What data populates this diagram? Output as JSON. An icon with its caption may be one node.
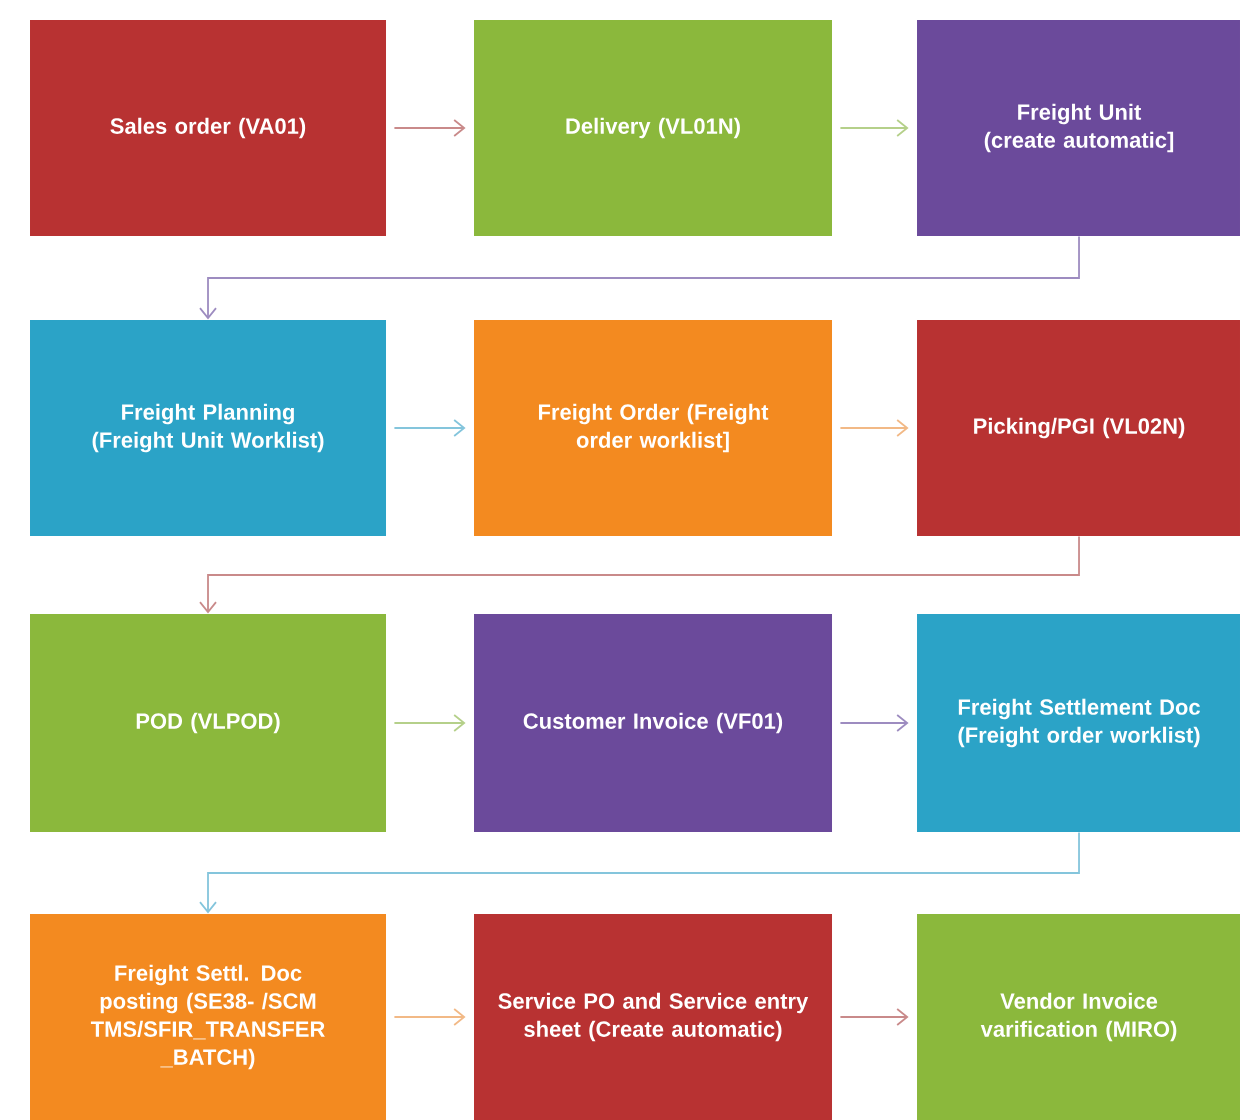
{
  "diagram": {
    "nodes": [
      {
        "text": [
          "Sales order (VA01)"
        ]
      },
      {
        "text": [
          "Delivery  (VL01N)"
        ]
      },
      {
        "text": [
          "Freight Unit (create automatic]"
        ]
      },
      {
        "text": [
          "Freight Planning (Freight Unit Worklist)"
        ]
      },
      {
        "text": [
          "Freight Order (Freight order worklist]"
        ]
      },
      {
        "text": [
          "Picking/PGI (VL02N)"
        ]
      },
      {
        "text": [
          "POD  (VLPOD)"
        ]
      },
      {
        "text": [
          "Customer Invoice (VF01)"
        ]
      },
      {
        "text": [
          "Freight Settlement Doc (Freight order worklist)"
        ]
      },
      {
        "text": [
          "Freight Settl. Doc posting (SE38- /SCM TMS/SFIR_TRANSFER _BATCH)"
        ]
      },
      {
        "text": [
          "Service PO and Service entry sheet (Create automatic)"
        ]
      },
      {
        "text": [
          "Vendor Invoice varification  (MIRO)"
        ]
      }
    ],
    "edges": [
      {
        "from": 0,
        "to": 1,
        "arrow": "to",
        "color": "#c98a8a"
      },
      {
        "from": 1,
        "to": 2,
        "arrow": "to",
        "color": "#b5d08a"
      },
      {
        "from": 2,
        "to": 3,
        "arrow": "to",
        "color": "#9d8cc0"
      },
      {
        "from": 3,
        "to": 4,
        "arrow": "to",
        "color": "#84c5dc"
      },
      {
        "from": 4,
        "to": 5,
        "arrow": "to",
        "color": "#f2b986"
      },
      {
        "from": 5,
        "to": 6,
        "arrow": "to",
        "color": "#c98a8a"
      },
      {
        "from": 6,
        "to": 7,
        "arrow": "to",
        "color": "#b5d08a"
      },
      {
        "from": 7,
        "to": 8,
        "arrow": "to",
        "color": "#9d8cc0"
      },
      {
        "from": 8,
        "to": 9,
        "arrow": "to",
        "color": "#84c5dc"
      },
      {
        "from": 9,
        "to": 10,
        "arrow": "to",
        "color": "#f2b986"
      },
      {
        "from": 10,
        "to": 11,
        "arrow": "to",
        "color": "#c98a8a"
      }
    ]
  }
}
